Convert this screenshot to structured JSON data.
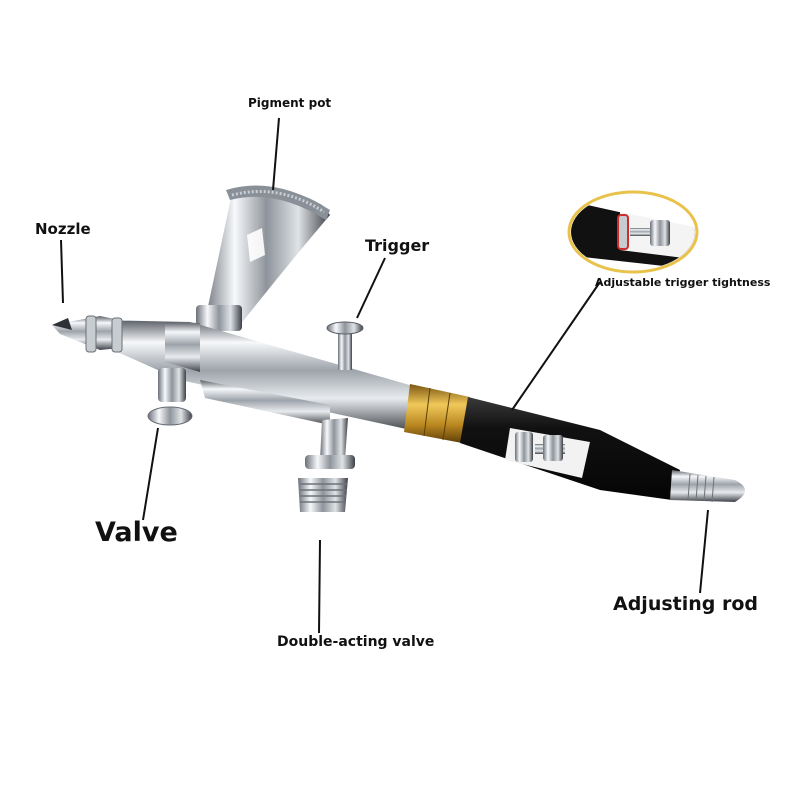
{
  "diagram": {
    "subject": "Dual-action airbrush",
    "labels": {
      "pigment_pot": "Pigment pot",
      "nozzle": "Nozzle",
      "trigger": "Trigger",
      "adjustable_trigger_tightness": "Adjustable trigger tightness",
      "valve": "Valve",
      "double_acting_valve": "Double-acting valve",
      "adjusting_rod": "Adjusting rod"
    },
    "colors": {
      "background": "#ffffff",
      "chrome_light": "#f4f6f8",
      "chrome_mid": "#a9aeb4",
      "chrome_dark": "#4a4f55",
      "handle_black": "#141414",
      "gold_collar": "#c9962a",
      "inset_ring": "#e8c24a",
      "inset_red_accent": "#d02a2a",
      "leader_line": "#111111"
    }
  }
}
